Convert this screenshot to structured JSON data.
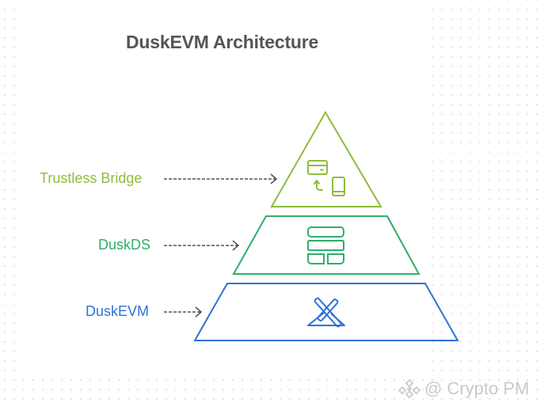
{
  "title": "DuskEVM Architecture",
  "layers": [
    {
      "id": "trustless-bridge",
      "label": "Trustless Bridge",
      "color": "#8dbd3c",
      "icon": "card-to-phone-transfer-icon",
      "level": "top"
    },
    {
      "id": "duskds",
      "label": "DuskDS",
      "color": "#2fae6a",
      "icon": "layout-blocks-icon",
      "level": "middle"
    },
    {
      "id": "duskevm",
      "label": "DuskEVM",
      "color": "#2f72d6",
      "icon": "tools-pyramid-icon",
      "level": "bottom"
    }
  ],
  "arrow_color": "#555555",
  "watermark": {
    "text": "@ Crypto PM",
    "icon": "binance-logo-icon"
  }
}
